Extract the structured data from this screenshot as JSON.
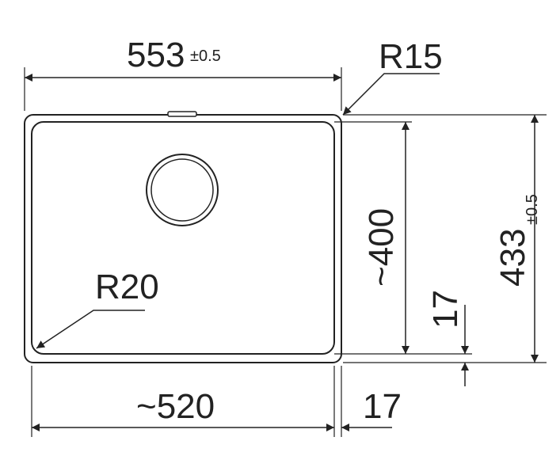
{
  "drawing": {
    "colors": {
      "stroke": "#222222",
      "background": "#ffffff"
    },
    "dimensions": {
      "overall_width": {
        "value": "553",
        "tolerance": "±0.5"
      },
      "overall_height": {
        "value": "433",
        "tolerance": "±0.5"
      },
      "bowl_width": {
        "value": "~520"
      },
      "bowl_height": {
        "value": "~400"
      },
      "rim_right": {
        "value": "17"
      },
      "rim_bottom": {
        "value": "17"
      },
      "outer_radius": {
        "value": "R15"
      },
      "inner_radius": {
        "value": "R20"
      }
    }
  }
}
